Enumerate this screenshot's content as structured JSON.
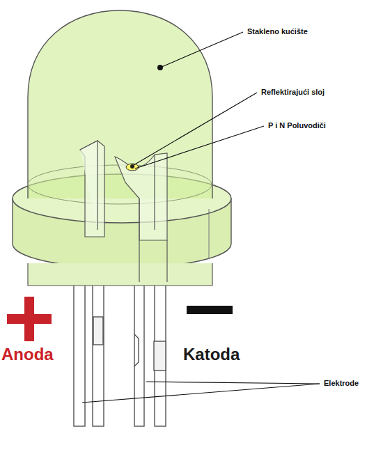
{
  "diagram": {
    "labels": [
      "Stakleno kućište",
      "Reflektirajući sloj",
      "P i N Poluvodiči",
      "Anoda",
      "Katoda",
      "Elektrode"
    ]
  }
}
